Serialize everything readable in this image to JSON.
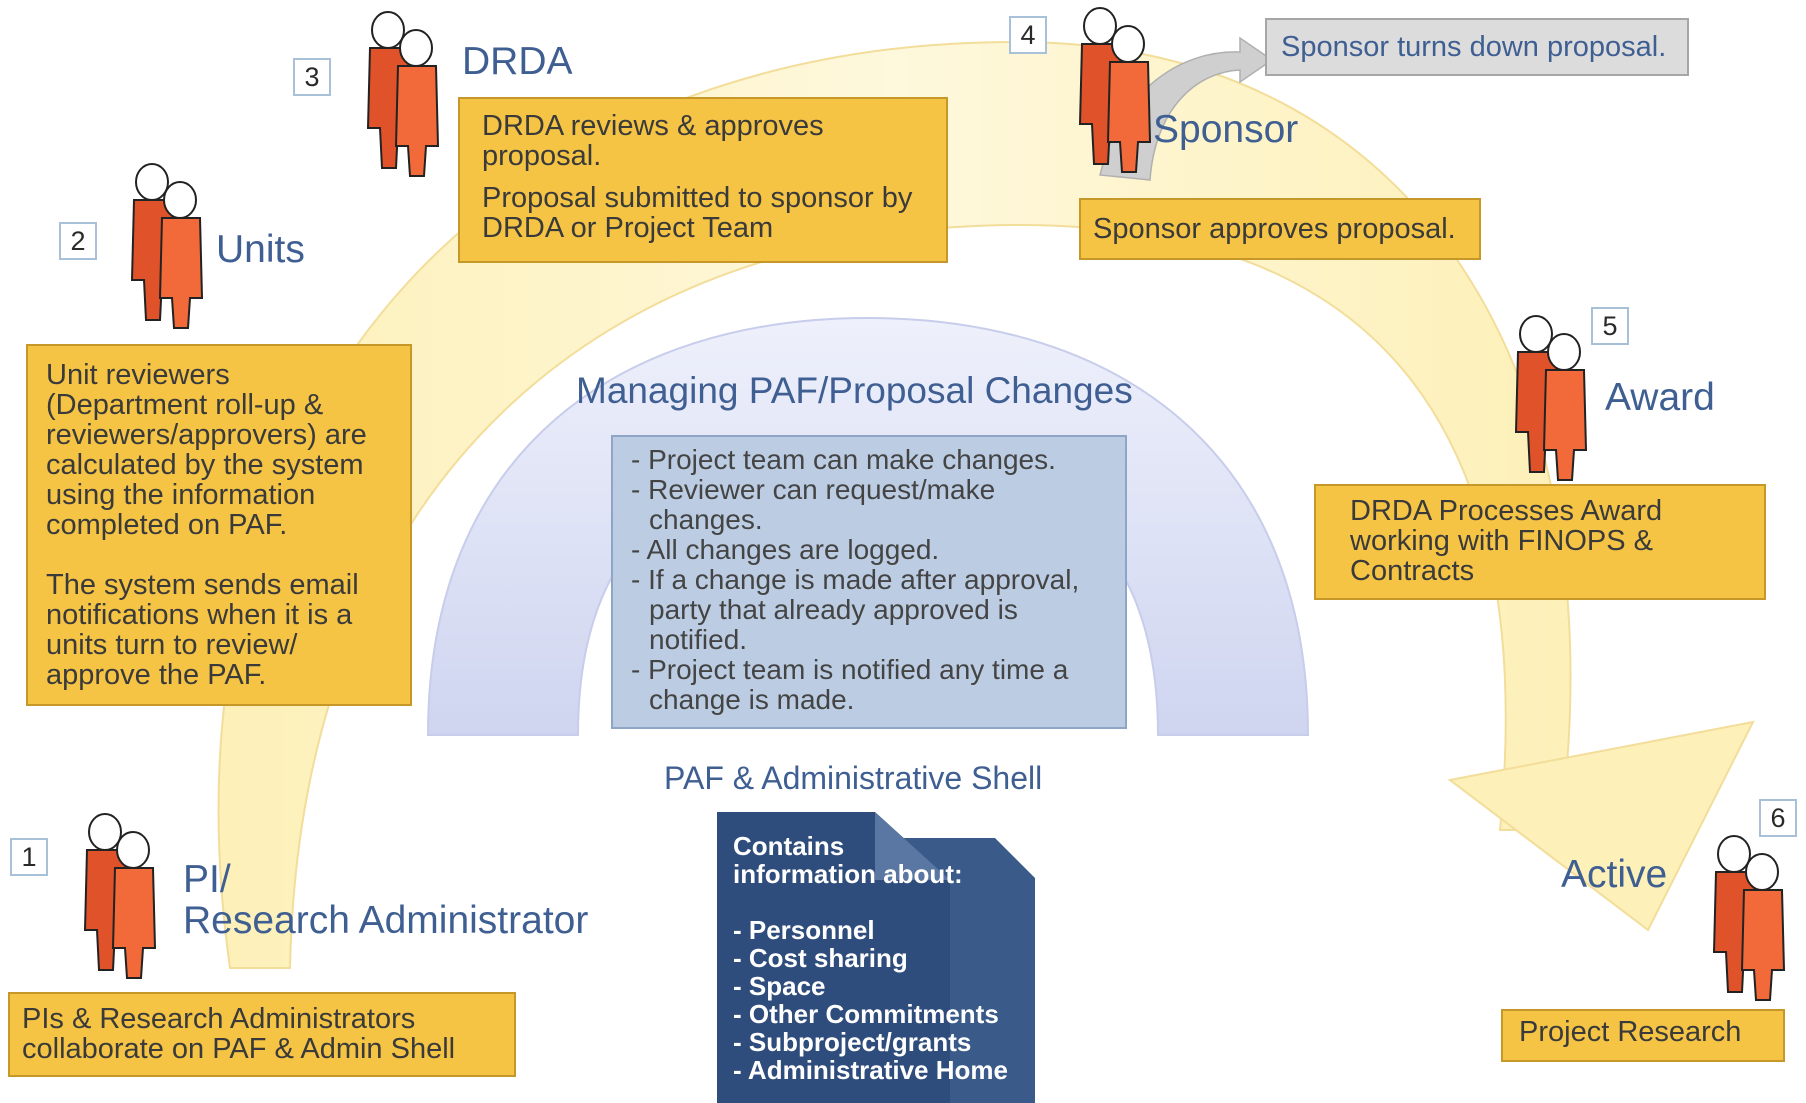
{
  "stages": [
    {
      "number": "1",
      "label": "PI/\nResearch Administrator"
    },
    {
      "number": "2",
      "label": "Units"
    },
    {
      "number": "3",
      "label": "DRDA"
    },
    {
      "number": "4",
      "label": "Sponsor"
    },
    {
      "number": "5",
      "label": "Award"
    },
    {
      "number": "6",
      "label": "Active"
    }
  ],
  "boxes": {
    "pi": "PIs & Research Administrators collaborate on PAF & Admin Shell",
    "units_p1": "Unit reviewers (Department roll-up & reviewers/approvers) are calculated by the system using the information completed on PAF.",
    "units_p2": "The system sends email notifications when it is a units turn to review/ approve the PAF.",
    "drda_p1": "DRDA reviews & approves proposal.",
    "drda_p2": "Proposal submitted to sponsor by DRDA or Project Team",
    "sponsor_decline": "Sponsor turns down proposal.",
    "sponsor_approve": "Sponsor approves proposal.",
    "award": "DRDA Processes Award working with FINOPS & Contracts",
    "active": "Project Research"
  },
  "changes": {
    "title": "Managing PAF/Proposal Changes",
    "items": [
      "- Project team can make changes.",
      "- Reviewer can request/make changes.",
      "- All changes are logged.",
      "- If a change is made after approval, party that already approved is notified.",
      "- Project team is notified any time a change is made."
    ]
  },
  "shell": {
    "title": "PAF & Administrative Shell",
    "intro": "Contains information about:",
    "items": [
      "- Personnel",
      "- Cost sharing",
      "- Space",
      "- Other Commitments",
      "- Subproject/grants",
      "- Administrative Home"
    ]
  },
  "colors": {
    "arc": "#fdf3c4",
    "box": "#f5c445",
    "label": "#3f5f93",
    "inner_arch": "#dfe3f5",
    "doc": "#2f4d7c"
  }
}
